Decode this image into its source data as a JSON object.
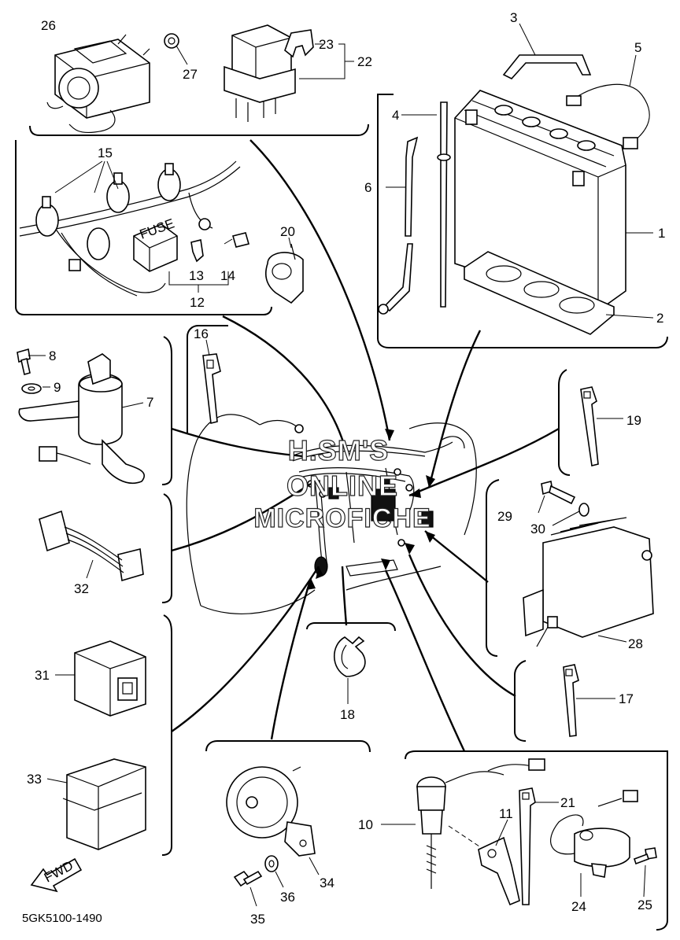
{
  "diagram": {
    "part_numbers": {
      "n1": "1",
      "n2": "2",
      "n3": "3",
      "n4": "4",
      "n5": "5",
      "n6": "6",
      "n7": "7",
      "n8": "8",
      "n9": "9",
      "n10": "10",
      "n11": "11",
      "n12": "12",
      "n13": "13",
      "n14": "14",
      "n15": "15",
      "n16": "16",
      "n17": "17",
      "n18": "18",
      "n19": "19",
      "n20": "20",
      "n21": "21",
      "n22": "22",
      "n23": "23",
      "n24": "24",
      "n25": "25",
      "n26": "26",
      "n27": "27",
      "n28": "28",
      "n29": "29",
      "n30": "30",
      "n31": "31",
      "n32": "32",
      "n33": "33",
      "n34": "34",
      "n35": "35",
      "n36": "36"
    },
    "fuse_label": "FUSE",
    "fwd_label": "FWD",
    "watermark": {
      "line1": "H.SM'S",
      "line2": "ONLINE",
      "line3": "MICROFICHE"
    },
    "drawing_number": "5GK5100-1490"
  }
}
